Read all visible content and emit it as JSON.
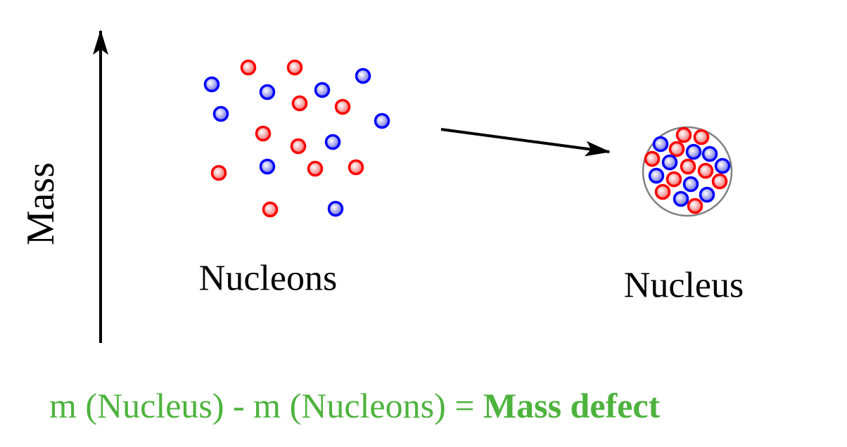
{
  "labels": {
    "axis": "Mass",
    "left_group": "Nucleons",
    "right_group": "Nucleus"
  },
  "equation": {
    "left": "m (Nucleus) - m (Nucleons) = ",
    "result": "Mass defect"
  },
  "colors": {
    "proton": "#ff0000",
    "neutron": "#0000ff",
    "equation": "#4db33d"
  },
  "counts": {
    "free_protons": 10,
    "free_neutrons": 9,
    "nucleus_protons": 10,
    "nucleus_neutrons": 9
  }
}
